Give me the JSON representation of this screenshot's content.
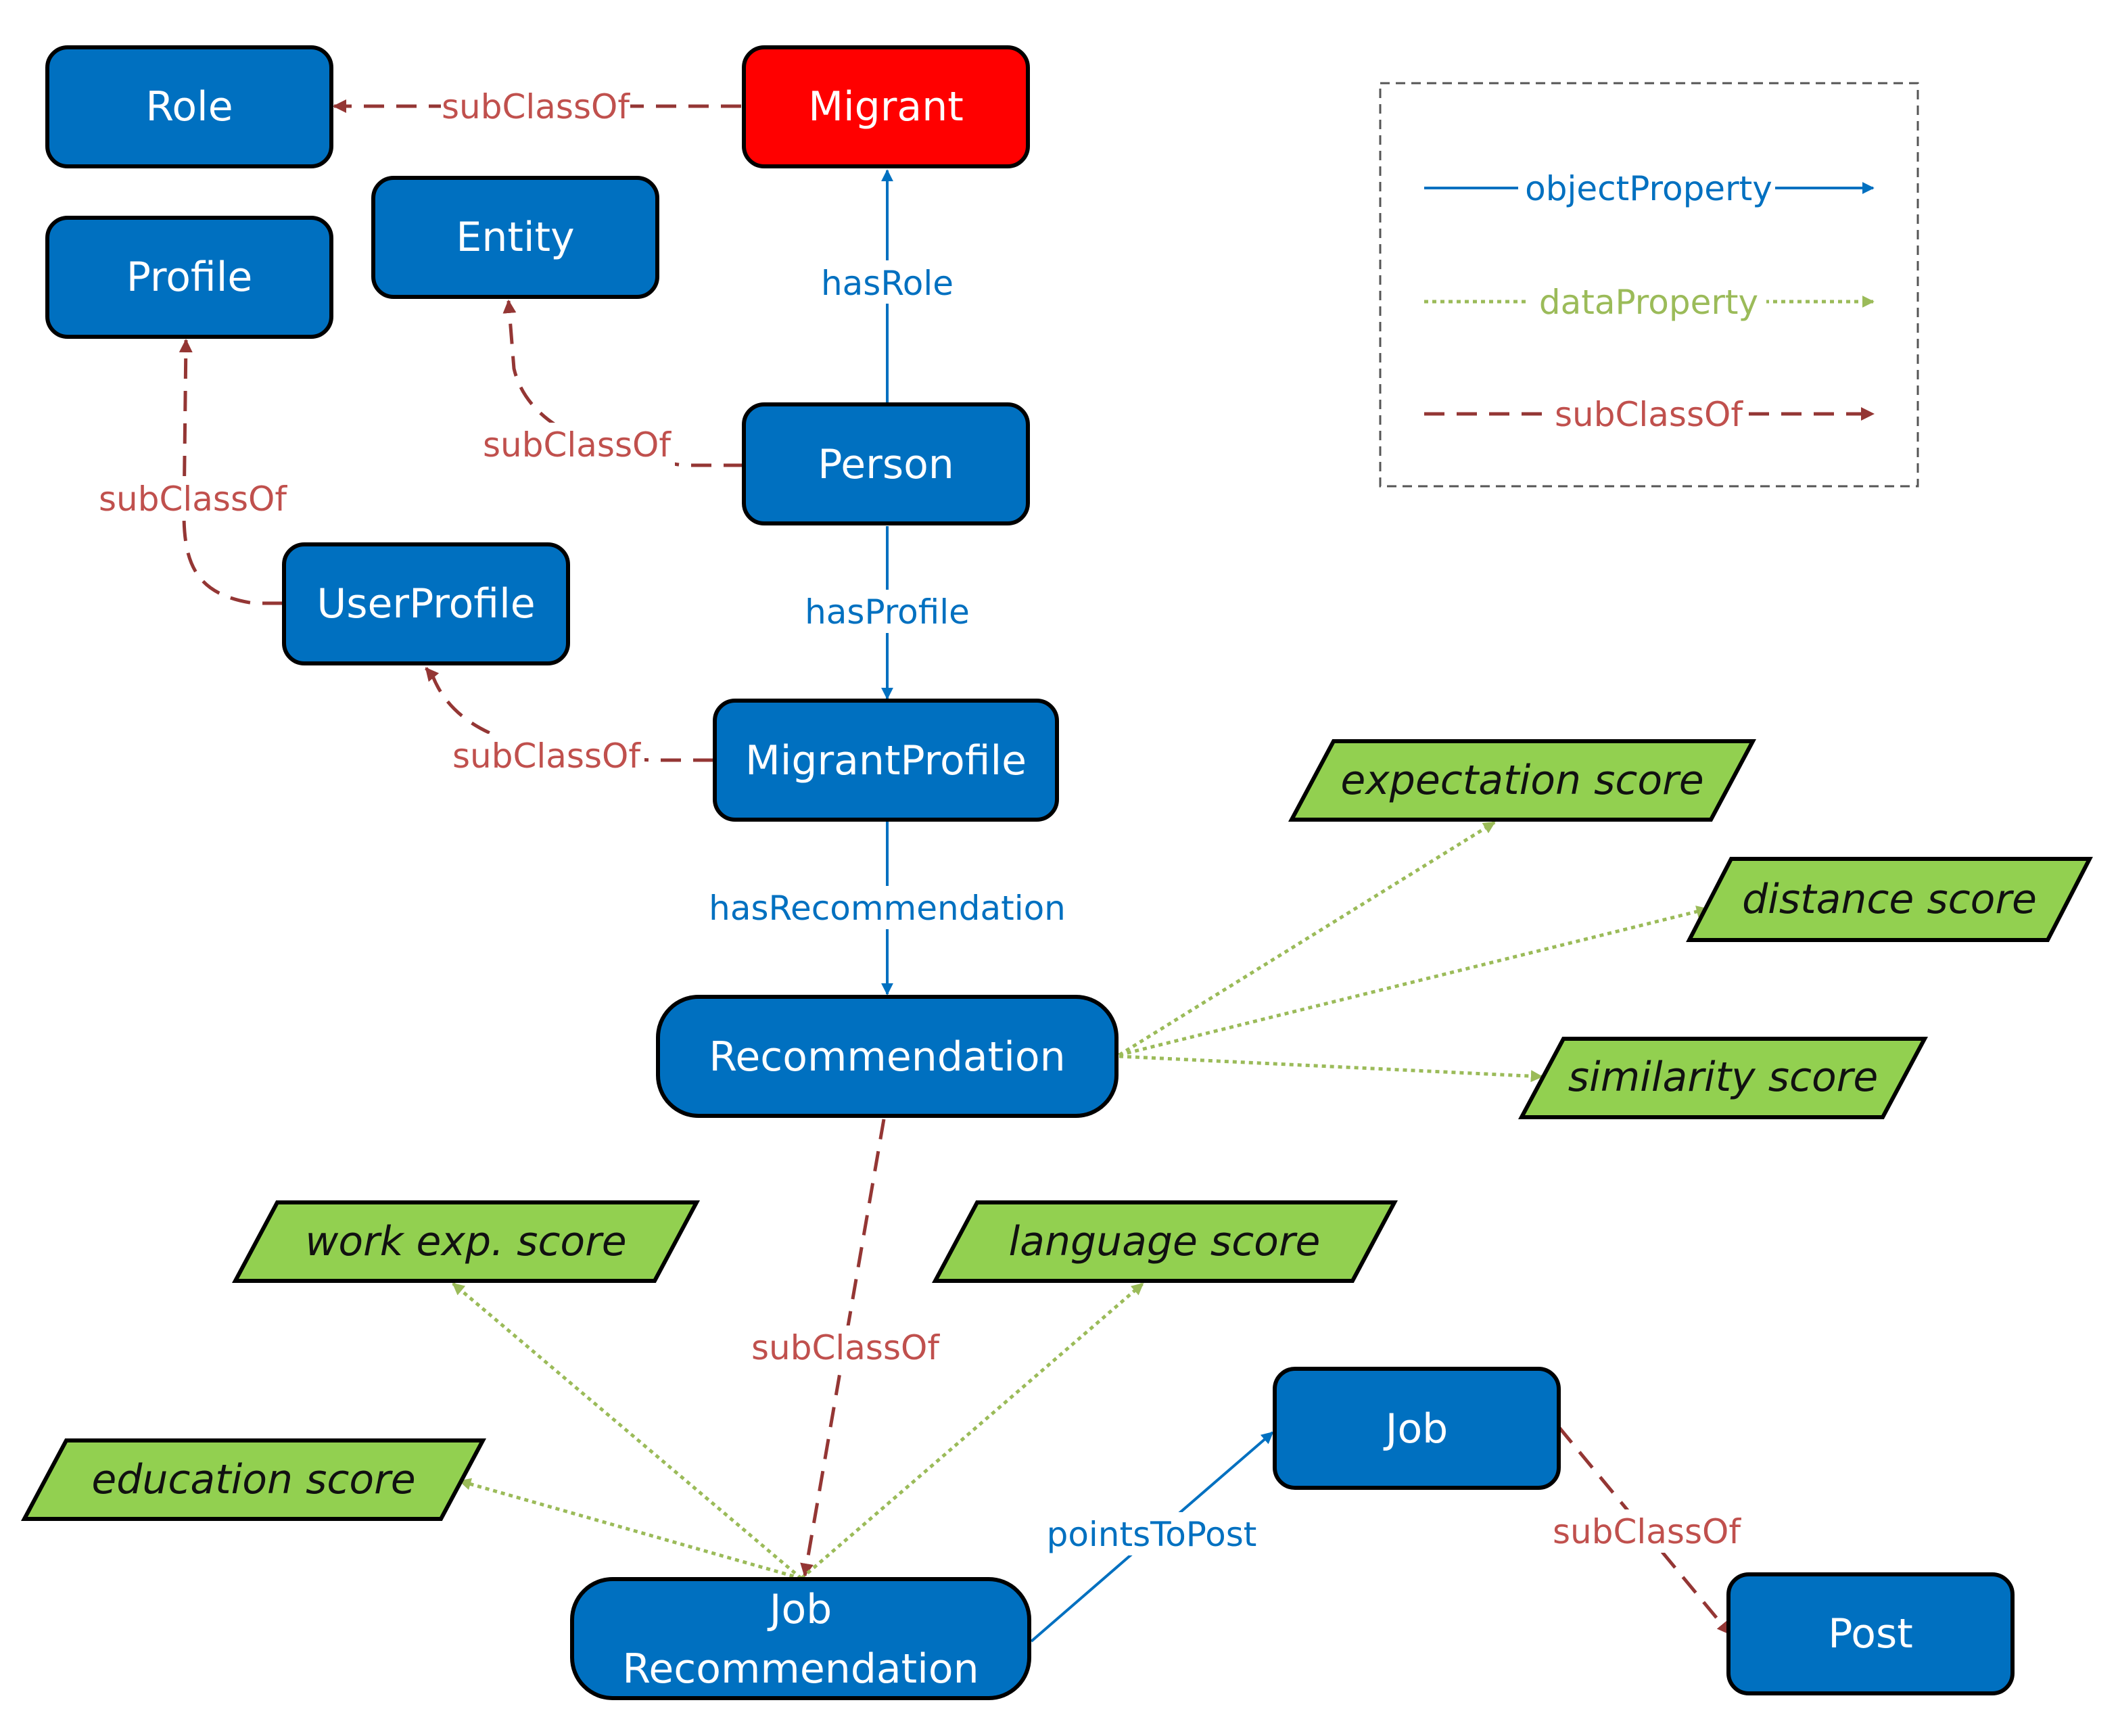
{
  "colors": {
    "class_fill": "#0070C0",
    "highlight_fill": "#FF0000",
    "data_fill": "#92D050",
    "object_property": "#0070C0",
    "data_property": "#9BBB59",
    "subclass_of": "#943634",
    "subclass_label": "#C0504D"
  },
  "nodes": {
    "role": "Role",
    "migrant": "Migrant",
    "profile": "Profile",
    "entity": "Entity",
    "person": "Person",
    "user_profile": "UserProfile",
    "migrant_profile": "MigrantProfile",
    "recommendation": "Recommendation",
    "job_recommendation_line1": "Job",
    "job_recommendation_line2": "Recommendation",
    "job": "Job",
    "post": "Post"
  },
  "data_properties": {
    "expectation_score": "expectation score",
    "distance_score": "distance score",
    "similarity_score": "similarity score",
    "work_exp_score": "work exp. score",
    "language_score": "language score",
    "education_score": "education score"
  },
  "edge_labels": {
    "has_role": "hasRole",
    "has_profile": "hasProfile",
    "has_recommendation": "hasRecommendation",
    "points_to_post": "pointsToPost",
    "subclass_of": "subClassOf"
  },
  "legend": {
    "object_property": "objectProperty",
    "data_property": "dataProperty",
    "subclass_of": "subClassOf"
  }
}
